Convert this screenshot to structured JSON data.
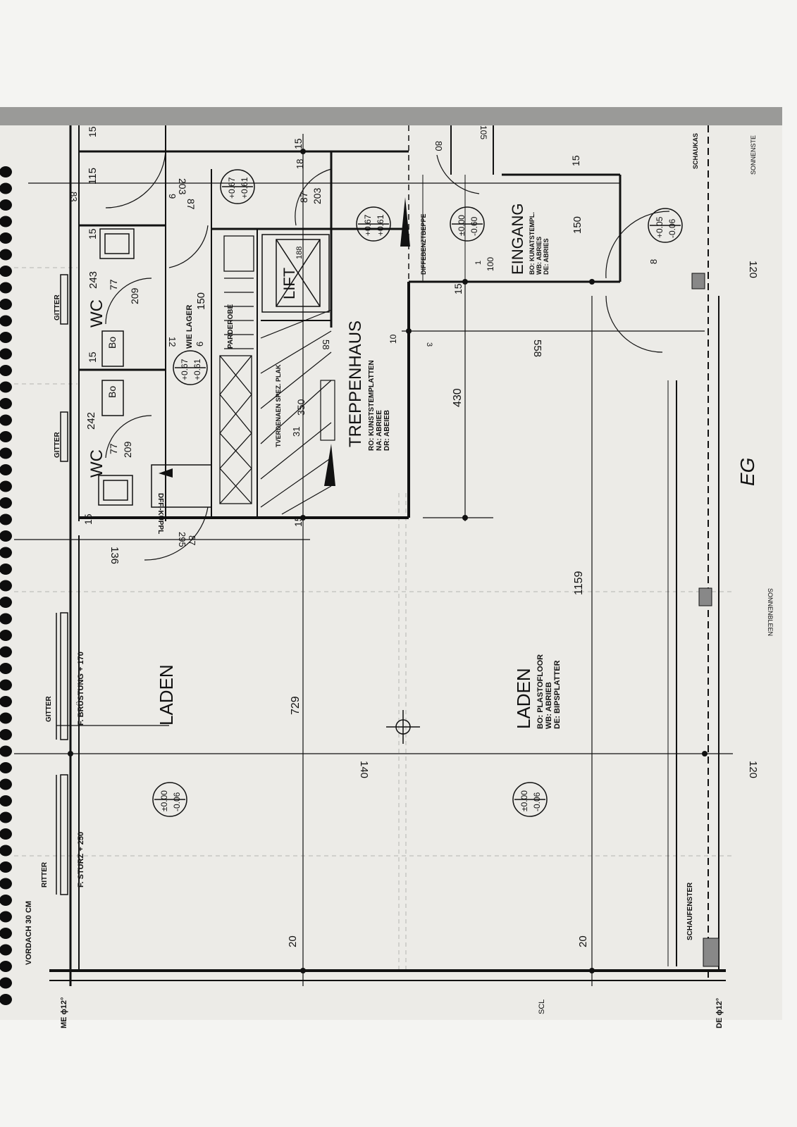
{
  "rooms": {
    "laden_left": {
      "name": "LADEN",
      "level_top": "±0.00",
      "level_bottom": "-0.06"
    },
    "laden_right": {
      "name": "LADEN",
      "notes": [
        "BO: PLASTOFLOOR",
        "WB: ABRIEB",
        "DE: BIPSPLATTER"
      ],
      "level_top": "±0.00",
      "level_bottom": "-0.06"
    },
    "treppenhaus": {
      "name": "TREPPENHAUS",
      "notes": [
        "RO: KUNSTSTEMPLATTEN",
        "NA: ABRIEE",
        "DR: ABEIEB"
      ],
      "level_top": "+0.67",
      "level_bottom": "+0.61"
    },
    "eingang": {
      "name": "EINGANG",
      "notes": [
        "BO: KUNATSTEMPL.",
        "WB: ABRIES",
        "DE: ABRIES"
      ],
      "level_top": "±0.00",
      "level_bottom": "-0.60"
    },
    "wc1": {
      "name": "WC",
      "dim": "243"
    },
    "wc2": {
      "name": "WC",
      "dim": "242"
    },
    "lager": {
      "name": "WIE LAGER",
      "dim": "150",
      "level_top": "+0.67",
      "level_bottom": "+0.61"
    },
    "upper": {
      "level_top": "+0.67",
      "level_bottom": "+0.61"
    },
    "entry_porch": {
      "level_top": "+0.05",
      "level_bottom": "-0.06"
    }
  },
  "labels": {
    "lift": "LIFT",
    "garderobe": "PARDEROBE",
    "eg": "EG",
    "schaufenster": "SCHAUFENSTER",
    "vordach": "VORDACH 30 CM",
    "gitter": "GITTER",
    "ritter": "RITTER",
    "f_brustung": "F. BRÜSTUNG + 170",
    "f_sturz": "F. STURZ + 250",
    "differenztreppe": "DIFFEBENZTBEPPE",
    "stair_note": "TVERDENAEN SPEZ. PLAK",
    "dff_kuppel": "DFF.-KUPPL",
    "schaukas": "SCHAUKAS",
    "sonnenst": "SONNENSTE",
    "sonnenbl": "SONNENBLEEN",
    "me12": "ME ϕ12°",
    "de12": "DE ϕ12°",
    "scl": "SCL",
    "bo1": "Bo",
    "bo2": "Bo"
  },
  "dims": {
    "d729": "729",
    "d1159": "1159",
    "d430": "430",
    "d558": "558",
    "d140": "140",
    "d120a": "120",
    "d120b": "120",
    "d20a": "20",
    "d20b": "20",
    "d136": "136",
    "d15a": "15",
    "d15b": "15",
    "d15c": "15",
    "d15d": "15",
    "d15e": "15",
    "d15f": "15",
    "d15g": "15",
    "d15h": "15",
    "d115": "115",
    "d209a": "209",
    "d209b": "209",
    "d77a": "77",
    "d77b": "77",
    "d203a": "203",
    "d203b": "203",
    "d87a": "87",
    "d87b": "87",
    "d188": "188",
    "d350": "350",
    "d150e": "150",
    "d10": "10",
    "d80": "80",
    "d83": "83",
    "d105": "105",
    "d18": "18",
    "d12": "12",
    "d6": "6",
    "d31": "31",
    "d9": "9",
    "d58": "58",
    "d3": "3",
    "d1": "1",
    "d100": "100",
    "d87c": "87",
    "d295": "295",
    "d8": "8"
  }
}
